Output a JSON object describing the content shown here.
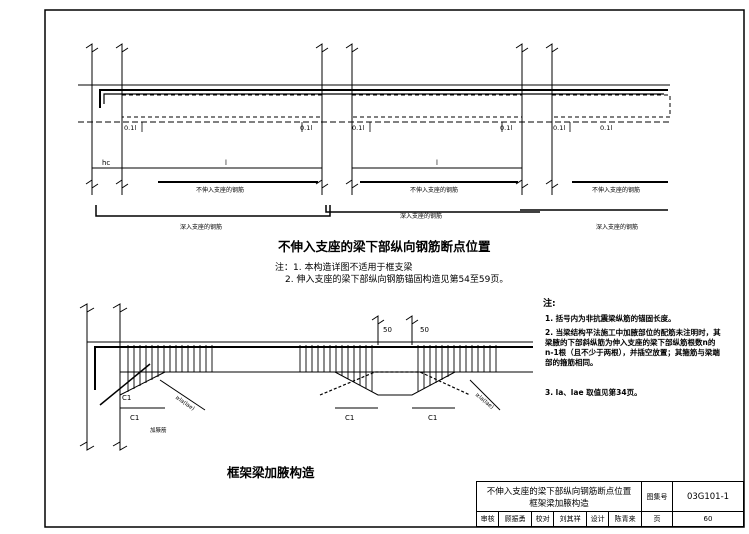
{
  "drawing1": {
    "labels_011": [
      "0.1l",
      "0.1l",
      "0.1l",
      "0.1l",
      "0.1l",
      "0.1l"
    ],
    "hc": "hc",
    "ln1": "l",
    "ln2": "l",
    "span_labels": [
      "不伸入支座的钢筋",
      "不伸入支座的钢筋",
      "不伸入支座的钢筋"
    ],
    "support_labels": [
      "深入支座的钢筋",
      "深入支座的钢筋",
      "深入支座的钢筋"
    ]
  },
  "title1": "不伸入支座的梁下部纵向钢筋断点位置",
  "notes1": [
    "注：1. 本构造详图不适用于框支梁",
    "2. 伸入支座的梁下部纵向钢筋锚固构造见第54至59页。"
  ],
  "drawing2": {
    "dim50": [
      "50",
      "50"
    ],
    "c1_labels": [
      "C1",
      "C1",
      "C1"
    ],
    "c1_side": "C1",
    "anchor_labels": [
      "≥la(lae)",
      "≥la(lae)"
    ],
    "haunch_label": "加腋筋"
  },
  "title2": "框架梁加腋构造",
  "right_notes": {
    "heading": "注:",
    "items": [
      "1. 括号内为非抗震梁纵筋的锚固长度。",
      "2. 当梁结构平法施工中加腋部位的配筋未注明时，其梁腋的下部斜纵筋为伸入支座的梁下部纵筋根数n的n-1根（且不少于两根），并插空放置；其箍筋与梁端部的箍筋相同。",
      "3. la、lae 取值见第34页。"
    ]
  },
  "title_block": {
    "name_line1": "不伸入支座的梁下部纵向钢筋断点位置",
    "name_line2": "框架梁加腋构造",
    "atlas_label": "图集号",
    "atlas_no": "03G101-1",
    "review_label": "审核",
    "review_name": "顾振勇",
    "check_label": "校对",
    "check_name": "刘其祥",
    "design_label": "设计",
    "design_name": "陈青来",
    "page_label": "页",
    "page_no": "60"
  }
}
